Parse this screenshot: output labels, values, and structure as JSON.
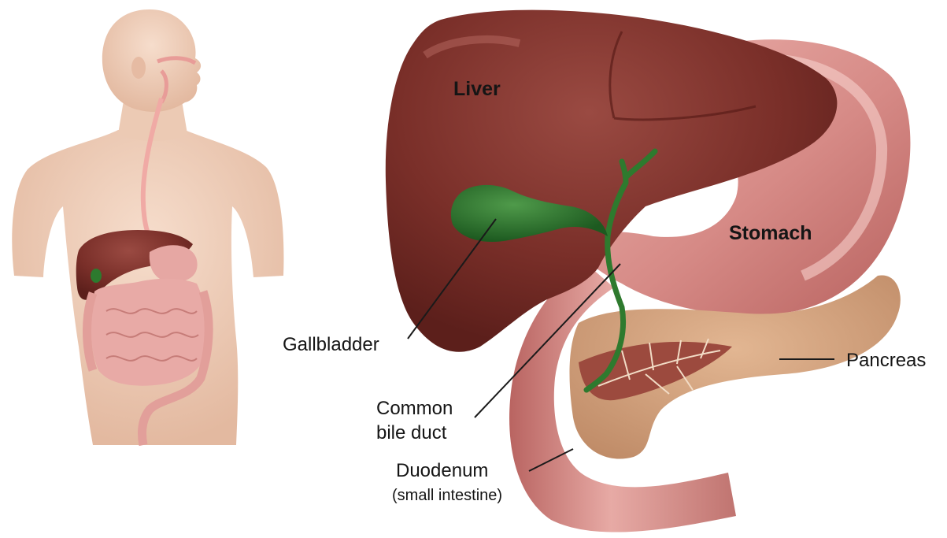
{
  "labels": {
    "liver": "Liver",
    "stomach": "Stomach",
    "gallbladder": "Gallbladder",
    "pancreas": "Pancreas",
    "common_bile_duct_line1": "Common",
    "common_bile_duct_line2": "bile duct",
    "duodenum": "Duodenum",
    "duodenum_note": "(small intestine)"
  }
}
